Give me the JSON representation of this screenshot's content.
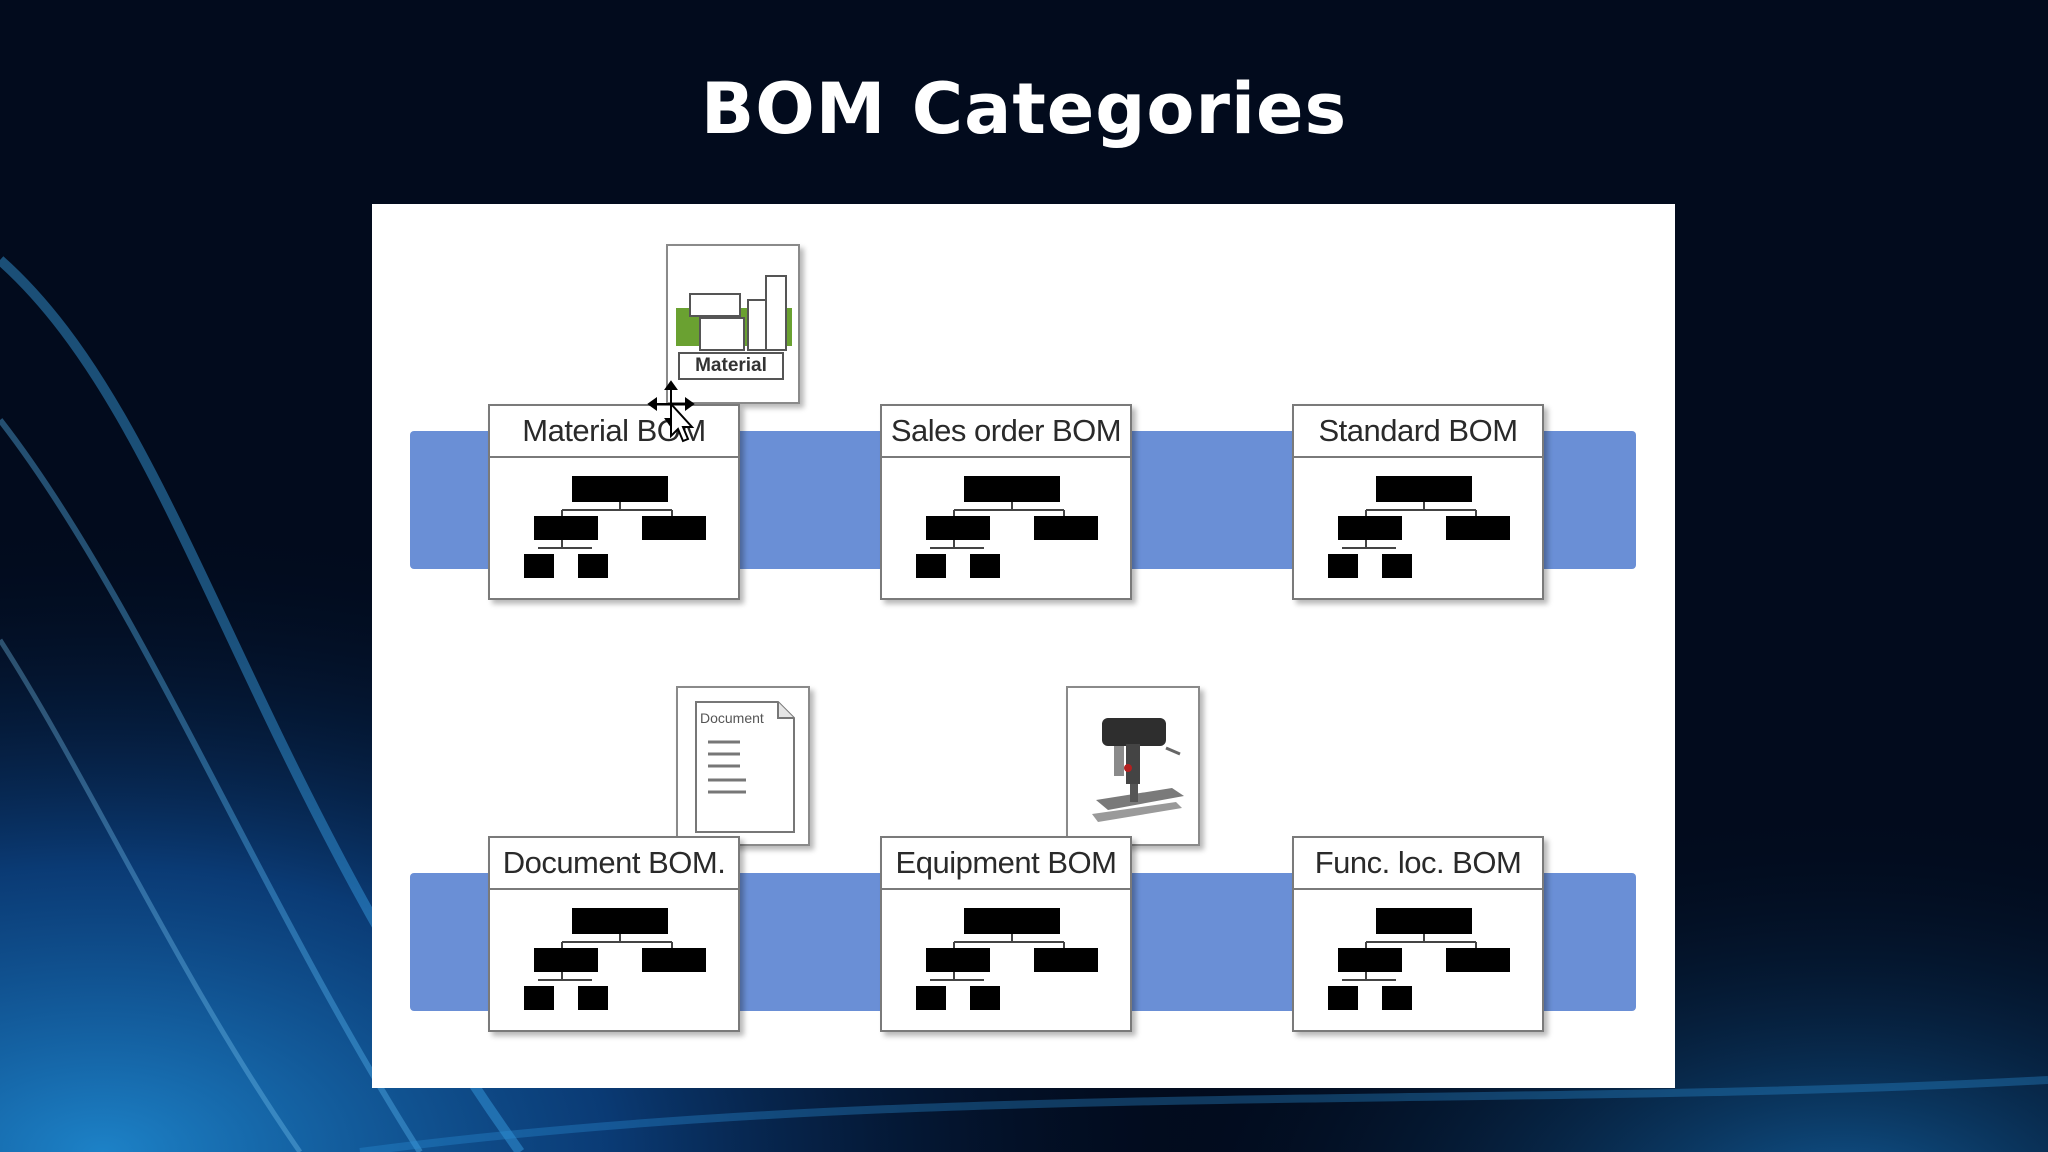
{
  "slide": {
    "title": "BOM Categories"
  },
  "diagram": {
    "boxes": [
      {
        "label": "Material BOM"
      },
      {
        "label": "Sales order BOM"
      },
      {
        "label": "Standard BOM"
      },
      {
        "label": "Document BOM."
      },
      {
        "label": "Equipment BOM"
      },
      {
        "label": "Func. loc. BOM"
      }
    ],
    "thumbnails": {
      "material": {
        "label": "Material",
        "icon": "material-boxes-icon"
      },
      "document": {
        "label": "Document",
        "icon": "document-icon"
      },
      "equipment": {
        "icon": "drill-press-icon"
      }
    },
    "colors": {
      "band": "#6a8fd6",
      "tree_node": "#000000",
      "material_accent": "#6aa131"
    }
  }
}
